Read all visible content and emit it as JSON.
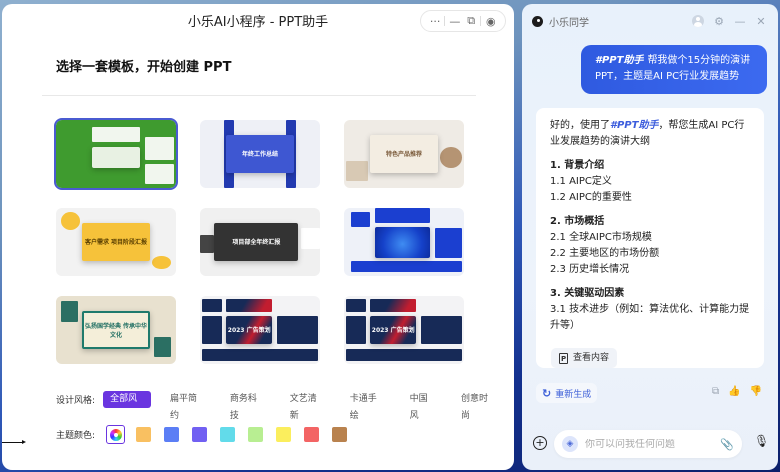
{
  "left_window": {
    "title": "小乐AI小程序 - PPT助手",
    "controls": {
      "more": "···",
      "minimize": "—",
      "restore": "⧉",
      "close": "◉"
    },
    "heading": "选择一套模板，开始创建 PPT",
    "templates": [
      {
        "style": "green",
        "text": "",
        "selected": true
      },
      {
        "style": "blue",
        "text": "年终工作总结",
        "selected": false
      },
      {
        "style": "beige",
        "text": "特色产品推荐",
        "selected": false
      },
      {
        "style": "yellow",
        "text": "客户需求 项目阶段汇报",
        "selected": false
      },
      {
        "style": "dark",
        "text": "项目部全年终汇报",
        "selected": false
      },
      {
        "style": "royal",
        "text": "",
        "selected": false
      },
      {
        "style": "chinese",
        "text": "弘扬国学经典 传承中华文化",
        "selected": false
      },
      {
        "style": "navy",
        "text": "2023 广告策划",
        "selected": false
      },
      {
        "style": "navy",
        "text": "2023 广告策划",
        "selected": false
      }
    ],
    "style_filter": {
      "label": "设计风格:",
      "options": [
        "全部风格",
        "扁平简约",
        "商务科技",
        "文艺清新",
        "卡通手绘",
        "中国风",
        "创意时尚"
      ],
      "active_index": 0
    },
    "color_filter": {
      "label": "主题颜色:",
      "swatches": [
        "#f9c061",
        "#5b7ef5",
        "#7160f2",
        "#62dbea",
        "#b8ee92",
        "#fbee5d",
        "#f36464",
        "#b9824e"
      ]
    }
  },
  "right_window": {
    "title": "小乐同学",
    "icons": {
      "settings": "⚙",
      "minimize": "—",
      "close": "✕"
    },
    "user_message": {
      "tag": "#PPT助手",
      "text": "帮我做个15分钟的演讲PPT，主题是AI PC行业发展趋势"
    },
    "ai_response": {
      "intro_prefix": "好的，使用了",
      "tag": "#PPT助手",
      "intro_suffix": "，帮您生成AI PC行业发展趋势的演讲大纲",
      "sections": [
        {
          "title": "1. 背景介绍",
          "items": [
            "1.1 AIPC定义",
            "1.2 AIPC的重要性"
          ]
        },
        {
          "title": "2. 市场概括",
          "items": [
            "2.1 全球AIPC市场规模",
            "2.2 主要地区的市场份额",
            "2.3 历史增长情况"
          ]
        },
        {
          "title": "3. 关键驱动因素",
          "items": [
            "3.1 技术进步（例如：算法优化、计算能力提升等）"
          ]
        }
      ],
      "view_button": "查看内容"
    },
    "regenerate_label": "重新生成",
    "feedback_icons": {
      "copy": "⧉",
      "like": "👍",
      "dislike": "👎"
    },
    "input": {
      "placeholder": "你可以问我任何问题",
      "value": ""
    },
    "plus_icon": "+",
    "mic_icon": "🎙"
  }
}
